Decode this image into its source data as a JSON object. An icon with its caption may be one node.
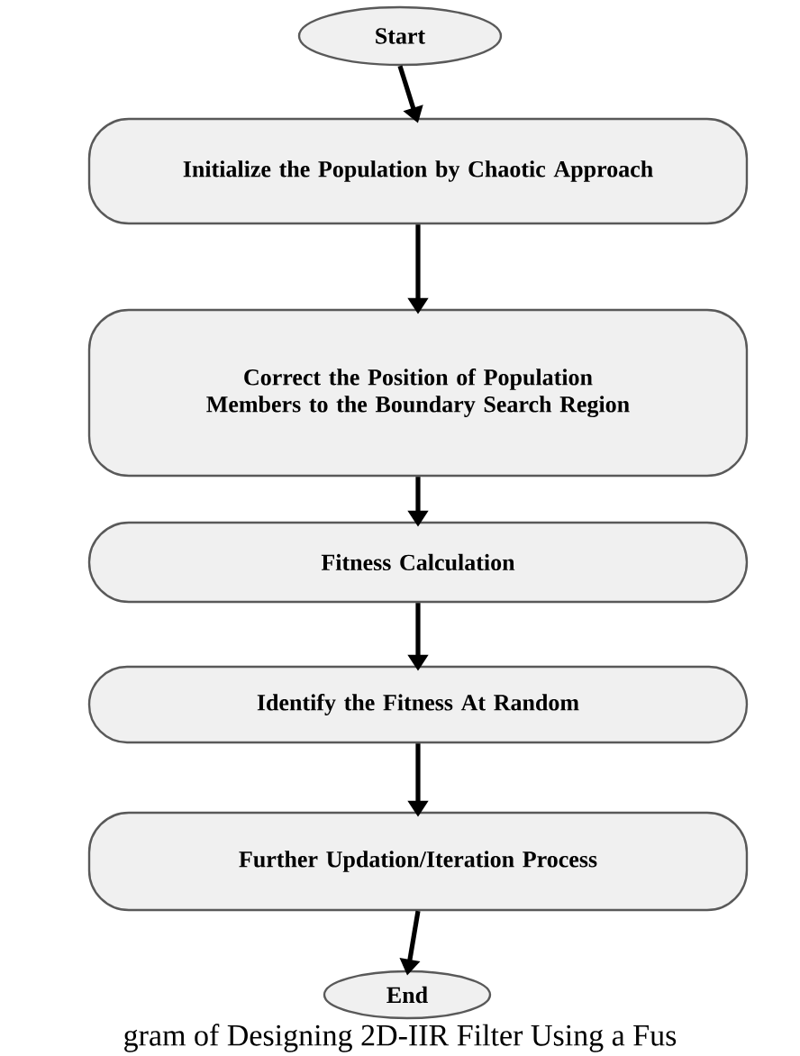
{
  "diagram": {
    "caption": "gram of Designing 2D-IIR Filter Using a Fus",
    "nodes": [
      {
        "text": [
          "Start"
        ]
      },
      {
        "text": [
          "Initialize the Population by Chaotic Approach"
        ]
      },
      {
        "text": [
          "Correct the Position of Population Members to the Boundary Search Region"
        ]
      },
      {
        "text": [
          "Fitness Calculation"
        ]
      },
      {
        "text": [
          "Identify the Fitness At Random"
        ]
      },
      {
        "text": [
          "Further Updation/Iteration Process"
        ]
      },
      {
        "text": [
          "End"
        ]
      }
    ],
    "edges": [
      {
        "from": 0,
        "to": 1,
        "arrow": "to"
      },
      {
        "from": 1,
        "to": 2,
        "arrow": "to"
      },
      {
        "from": 2,
        "to": 3,
        "arrow": "to"
      },
      {
        "from": 3,
        "to": 4,
        "arrow": "to"
      },
      {
        "from": 4,
        "to": 5,
        "arrow": "to"
      },
      {
        "from": 5,
        "to": 6,
        "arrow": "to"
      }
    ]
  }
}
